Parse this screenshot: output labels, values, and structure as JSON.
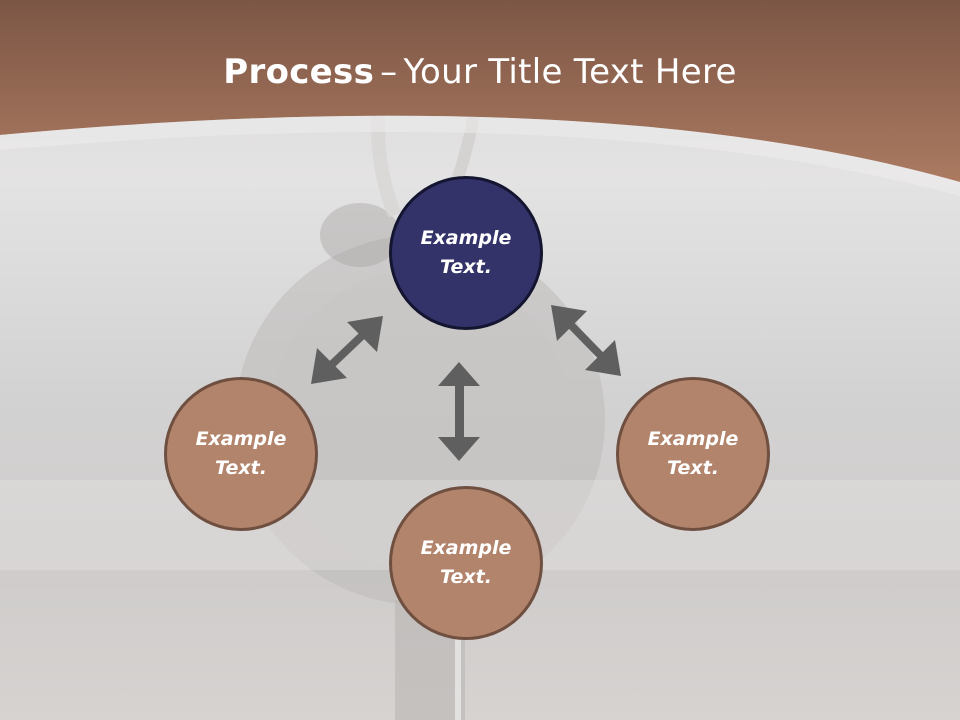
{
  "title": {
    "bold": "Process",
    "dash": "–",
    "rest": "Your Title Text Here"
  },
  "nodes": {
    "top": {
      "label": "Example Text."
    },
    "left": {
      "label": "Example Text."
    },
    "bottom": {
      "label": "Example Text."
    },
    "right": {
      "label": "Example Text."
    }
  },
  "colors": {
    "header": "#a6735c",
    "top_node": "#33336a",
    "side_node": "#b2846b",
    "arrow": "#5f5f5f"
  }
}
